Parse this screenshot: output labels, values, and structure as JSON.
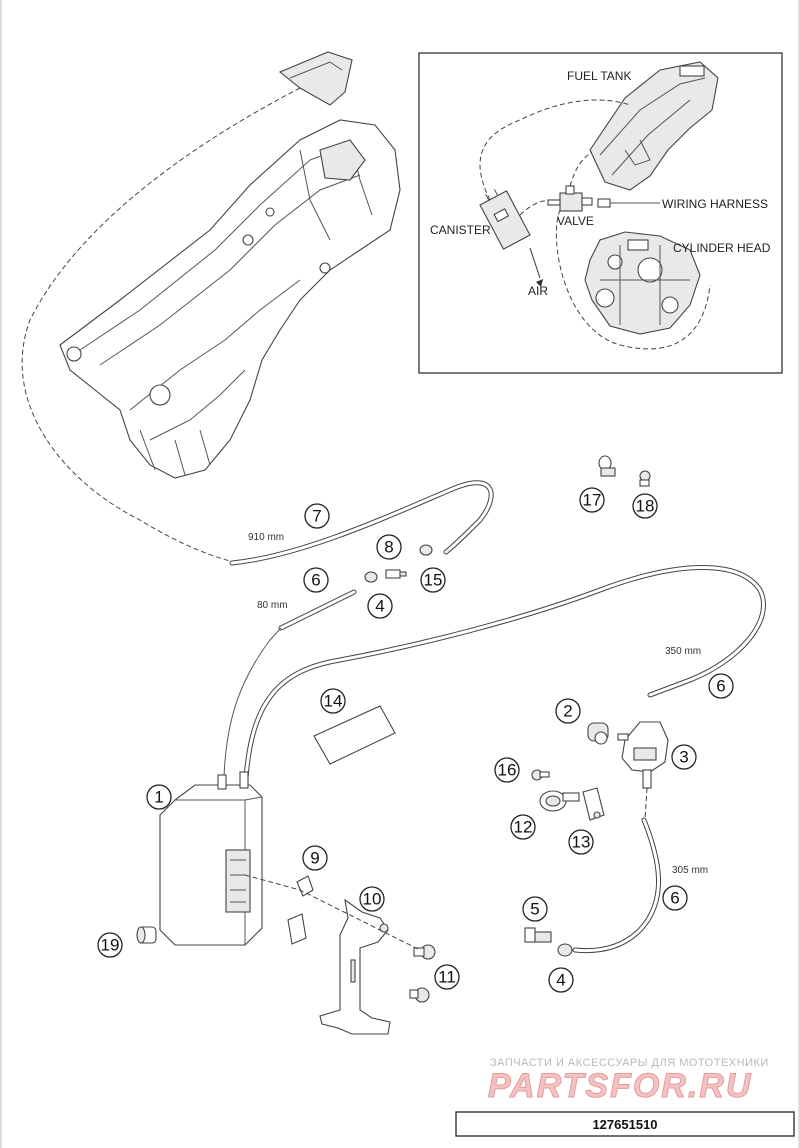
{
  "inset": {
    "fuel_tank": "FUEL TANK",
    "canister": "CANISTER",
    "valve": "VALVE",
    "wiring_harness": "WIRING HARNESS",
    "cylinder_head": "CYLINDER HEAD",
    "air": "AIR"
  },
  "lengths": {
    "l910": "910 mm",
    "l80": "80 mm",
    "l350": "350 mm",
    "l305": "305 mm"
  },
  "callouts": {
    "c1": "1",
    "c2": "2",
    "c3": "3",
    "c4a": "4",
    "c4b": "4",
    "c5": "5",
    "c6a": "6",
    "c6b": "6",
    "c6c": "6",
    "c7": "7",
    "c8": "8",
    "c9": "9",
    "c10": "10",
    "c11": "11",
    "c12": "12",
    "c13": "13",
    "c14": "14",
    "c15": "15",
    "c16": "16",
    "c17": "17",
    "c18": "18",
    "c19": "19"
  },
  "watermark": {
    "tagline": "ЗАПЧАСТИ И АКСЕССУАРЫ ДЛЯ МОТОТЕХНИКИ",
    "brand": "PARTSFOR.RU"
  },
  "part_code": "127651510"
}
